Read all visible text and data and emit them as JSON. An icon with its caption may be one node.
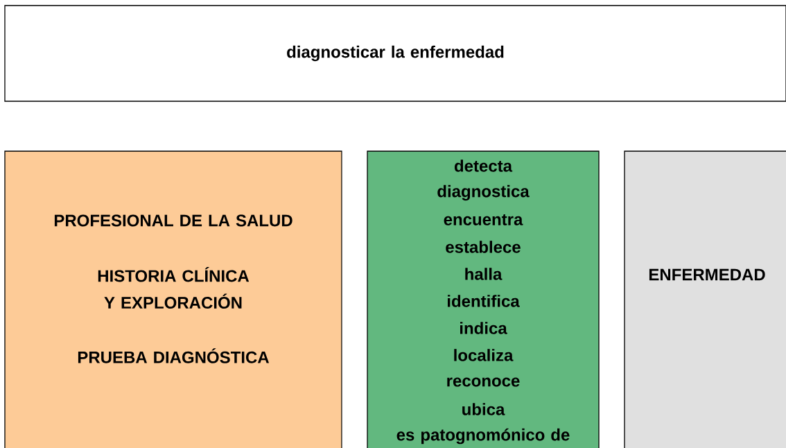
{
  "diagram": {
    "nodes": [
      {
        "text": [
          "diagnosticar la enfermedad"
        ]
      },
      {
        "text": [
          "PROFESIONAL DE LA SALUD",
          "HISTORIA CLÍNICA Y EXPLORACIÓN",
          "PRUEBA DIAGNÓSTICA"
        ]
      },
      {
        "text": [
          "detecta",
          "diagnostica",
          "encuentra",
          "establece",
          "halla",
          "identifica",
          "indica",
          "localiza",
          "reconoce",
          "ubica",
          "es patognomónico de"
        ]
      },
      {
        "text": [
          "ENFERMEDAD"
        ]
      }
    ]
  }
}
